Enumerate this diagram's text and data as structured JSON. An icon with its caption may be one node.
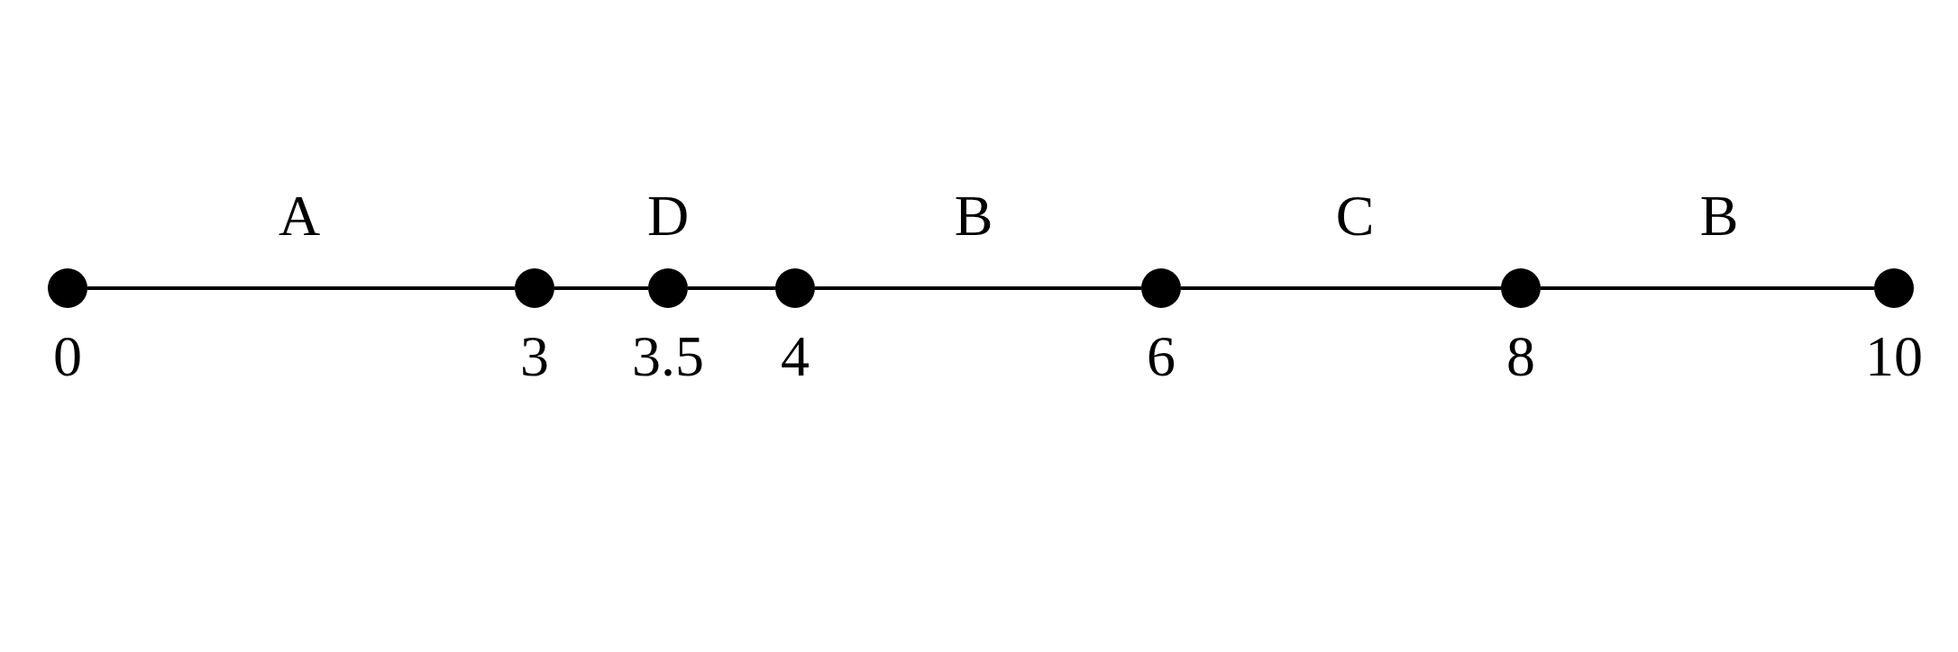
{
  "diagram": {
    "nodes": [
      {
        "text": [],
        "shape": "circle",
        "beside": [
          "0"
        ]
      },
      {
        "text": [],
        "shape": "circle",
        "beside": [
          "3"
        ]
      },
      {
        "text": [],
        "shape": "circle",
        "beside": [
          "3.5"
        ]
      },
      {
        "text": [],
        "shape": "circle",
        "beside": [
          "4"
        ]
      },
      {
        "text": [],
        "shape": "circle",
        "beside": [
          "6"
        ]
      },
      {
        "text": [],
        "shape": "circle",
        "beside": [
          "8"
        ]
      },
      {
        "text": [],
        "shape": "circle",
        "beside": [
          "10"
        ]
      }
    ],
    "edges": [
      {
        "from": 0,
        "to": 1,
        "arrow": "none",
        "label": "A"
      },
      {
        "from": 1,
        "to": 2,
        "arrow": "none"
      },
      {
        "from": 2,
        "to": 3,
        "arrow": "none"
      },
      {
        "from": 3,
        "to": 4,
        "arrow": "none",
        "label": "B"
      },
      {
        "from": 4,
        "to": 5,
        "arrow": "none",
        "label": "C"
      },
      {
        "from": 5,
        "to": 6,
        "arrow": "none",
        "label": "B"
      }
    ],
    "labels": [
      "D"
    ]
  }
}
